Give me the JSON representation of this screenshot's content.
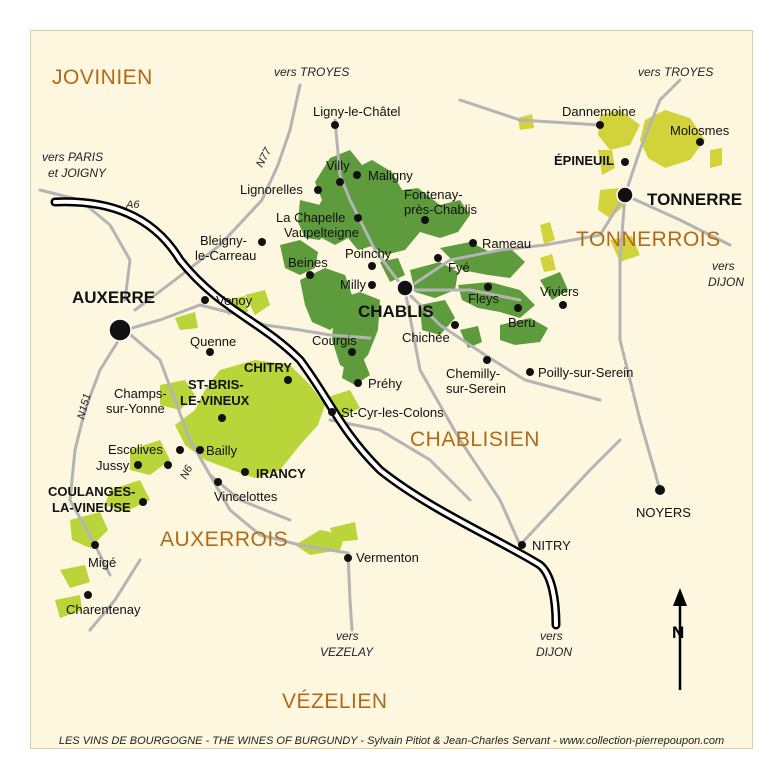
{
  "map": {
    "regions": {
      "jovinien": "JOVINIEN",
      "tonnerrois": "TONNERROIS",
      "chablisien": "CHABLISIEN",
      "auxerrois": "AUXERROIS",
      "vezelien": "VÉZELIEN"
    },
    "major_towns": {
      "auxerre": "AUXERRE",
      "chablis": "CHABLIS",
      "tonnerre": "TONNERRE"
    },
    "villages": {
      "ligny": "Ligny-le-Châtel",
      "villy": "Villy",
      "maligny": "Maligny",
      "lignorelles": "Lignorelles",
      "fontenay_1": "Fontenay-",
      "fontenay_2": "près-Chablis",
      "lachapelle_1": "La Chapelle",
      "lachapelle_2": "Vaupelteigne",
      "bleigny_1": "Bleigny-",
      "bleigny_2": "le-Carreau",
      "rameau": "Rameau",
      "poinchy": "Poinchy",
      "beines": "Beines",
      "fye": "Fyé",
      "milly": "Milly",
      "viviers": "Viviers",
      "fleys": "Fleys",
      "beru": "Beru",
      "venoy": "Venoy",
      "chichee": "Chichée",
      "quenne": "Quenne",
      "courgis": "Courgis",
      "chemilly_1": "Chemilly-",
      "chemilly_2": "sur-Serein",
      "poilly": "Poilly-sur-Serein",
      "prehy": "Préhy",
      "champs_1": "Champs-",
      "champs_2": "sur-Yonne",
      "stcyr": "St-Cyr-les-Colons",
      "escolives": "Escolives",
      "bailly": "Bailly",
      "jussy": "Jussy",
      "vincelottes": "Vincelottes",
      "nitry": "NITRY",
      "vermenton": "Vermenton",
      "mige": "Migé",
      "charentenay": "Charentenay",
      "noyers": "NOYERS",
      "dannemoine": "Dannemoine",
      "molosmes": "Molosmes"
    },
    "bold_villages": {
      "epineuil": "ÉPINEUIL",
      "chitry": "CHITRY",
      "stbris_1": "ST-BRIS-",
      "stbris_2": "LE-VINEUX",
      "irancy": "IRANCY",
      "coulanges_1": "COULANGES-",
      "coulanges_2": "LA-VINEUSE"
    },
    "directions": {
      "troyes_1": "vers TROYES",
      "troyes_2": "vers TROYES",
      "paris_1": "vers PARIS",
      "paris_2": "et JOIGNY",
      "dijon_east_1": "vers",
      "dijon_east_2": "DIJON",
      "vezelay_1": "vers",
      "vezelay_2": "VEZELAY",
      "dijon_south_1": "vers",
      "dijon_south_2": "DIJON"
    },
    "roads": {
      "a6": "A6",
      "n77": "N77",
      "n151": "N151",
      "n6": "N6"
    },
    "north": "N"
  },
  "credit": "LES VINS DE BOURGOGNE - THE WINES OF BURGUNDY - Sylvain Pitiot & Jean-Charles Servant - www.collection-pierrepoupon.com",
  "colors": {
    "background": "#fdf7df",
    "vineyard_chablis": "#5e9b3c",
    "vineyard_light": "#b9d53a",
    "vineyard_tonnerre": "#d2d33a",
    "road": "#b4b4b4",
    "region_label": "#b06a18"
  }
}
